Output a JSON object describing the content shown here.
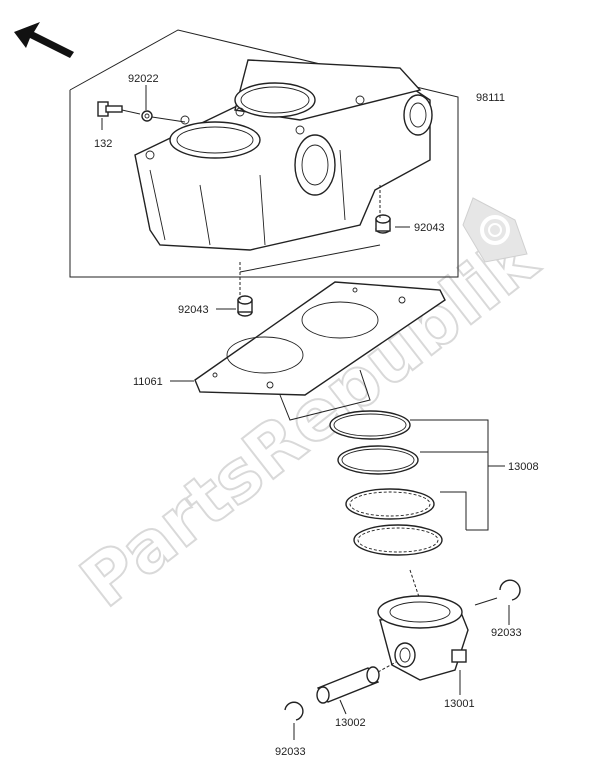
{
  "watermark": {
    "text": "PartsRepublik"
  },
  "labels": {
    "cylinder": "98111",
    "washer": "92022",
    "bolt": "132",
    "dowel_upper": "92043",
    "dowel_lower": "92043",
    "gasket": "11061",
    "ring_set": "13008",
    "piston": "13001",
    "pin": "13002",
    "clip_right": "92033",
    "clip_left": "92033"
  }
}
